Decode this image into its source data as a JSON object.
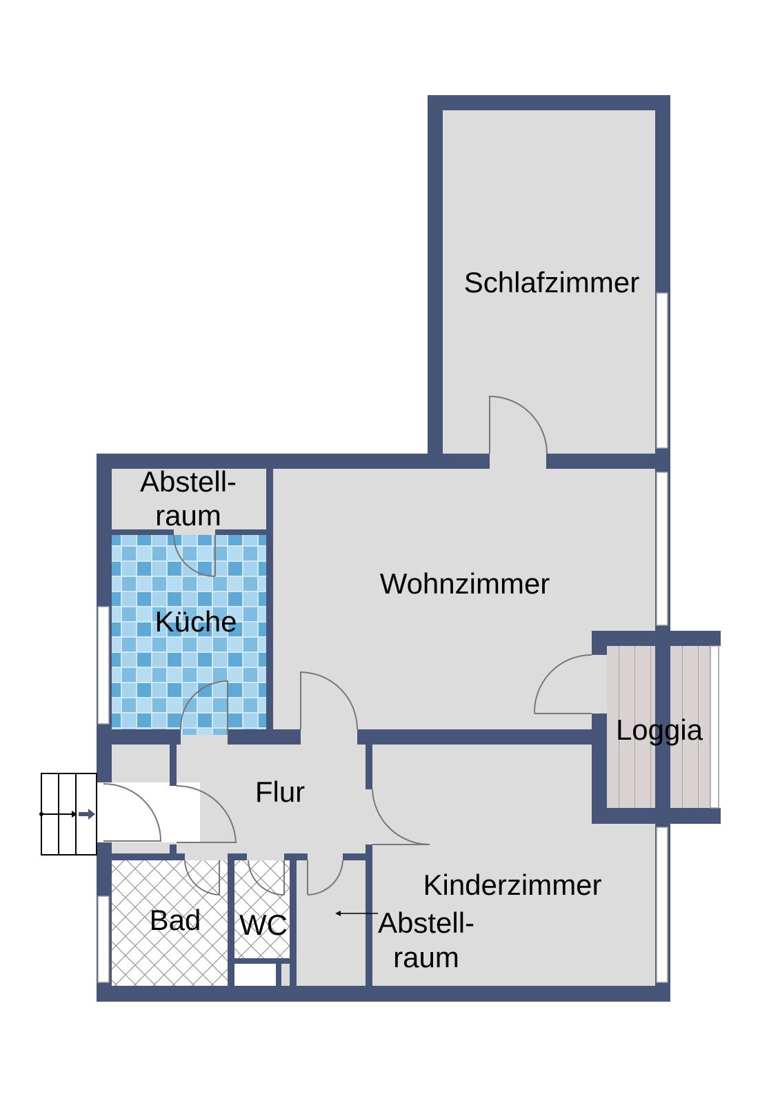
{
  "rooms": {
    "schlafzimmer": "Schlafzimmer",
    "abstellraum1_line1": "Abstell-",
    "abstellraum1_line2": "raum",
    "kueche": "Küche",
    "wohnzimmer": "Wohnzimmer",
    "loggia": "Loggia",
    "flur": "Flur",
    "kinderzimmer": "Kinderzimmer",
    "bad": "Bad",
    "wc": "WC",
    "abstellraum2_line1": "Abstell-",
    "abstellraum2_line2": "raum"
  },
  "colors": {
    "wall": "#475678",
    "floor": "#dcdcdc",
    "tile": "#8cc4e4"
  }
}
